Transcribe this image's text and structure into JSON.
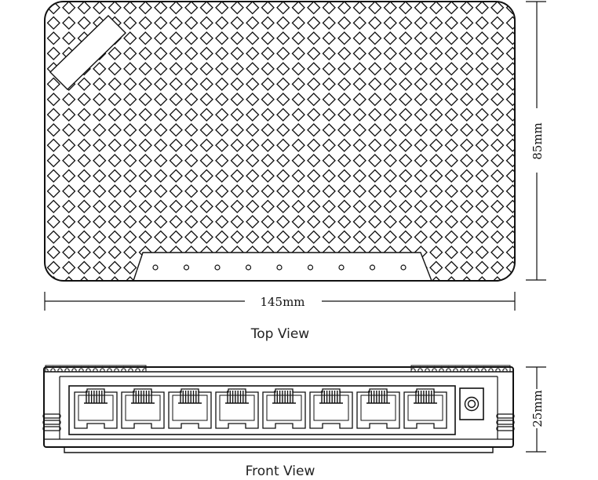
{
  "top_view": {
    "caption": "Top View",
    "width_label": "145mm",
    "depth_label": "85mm",
    "led_count": 9
  },
  "front_view": {
    "caption": "Front View",
    "height_label": "25mm",
    "port_count": 8,
    "power_jack_count": 1
  }
}
